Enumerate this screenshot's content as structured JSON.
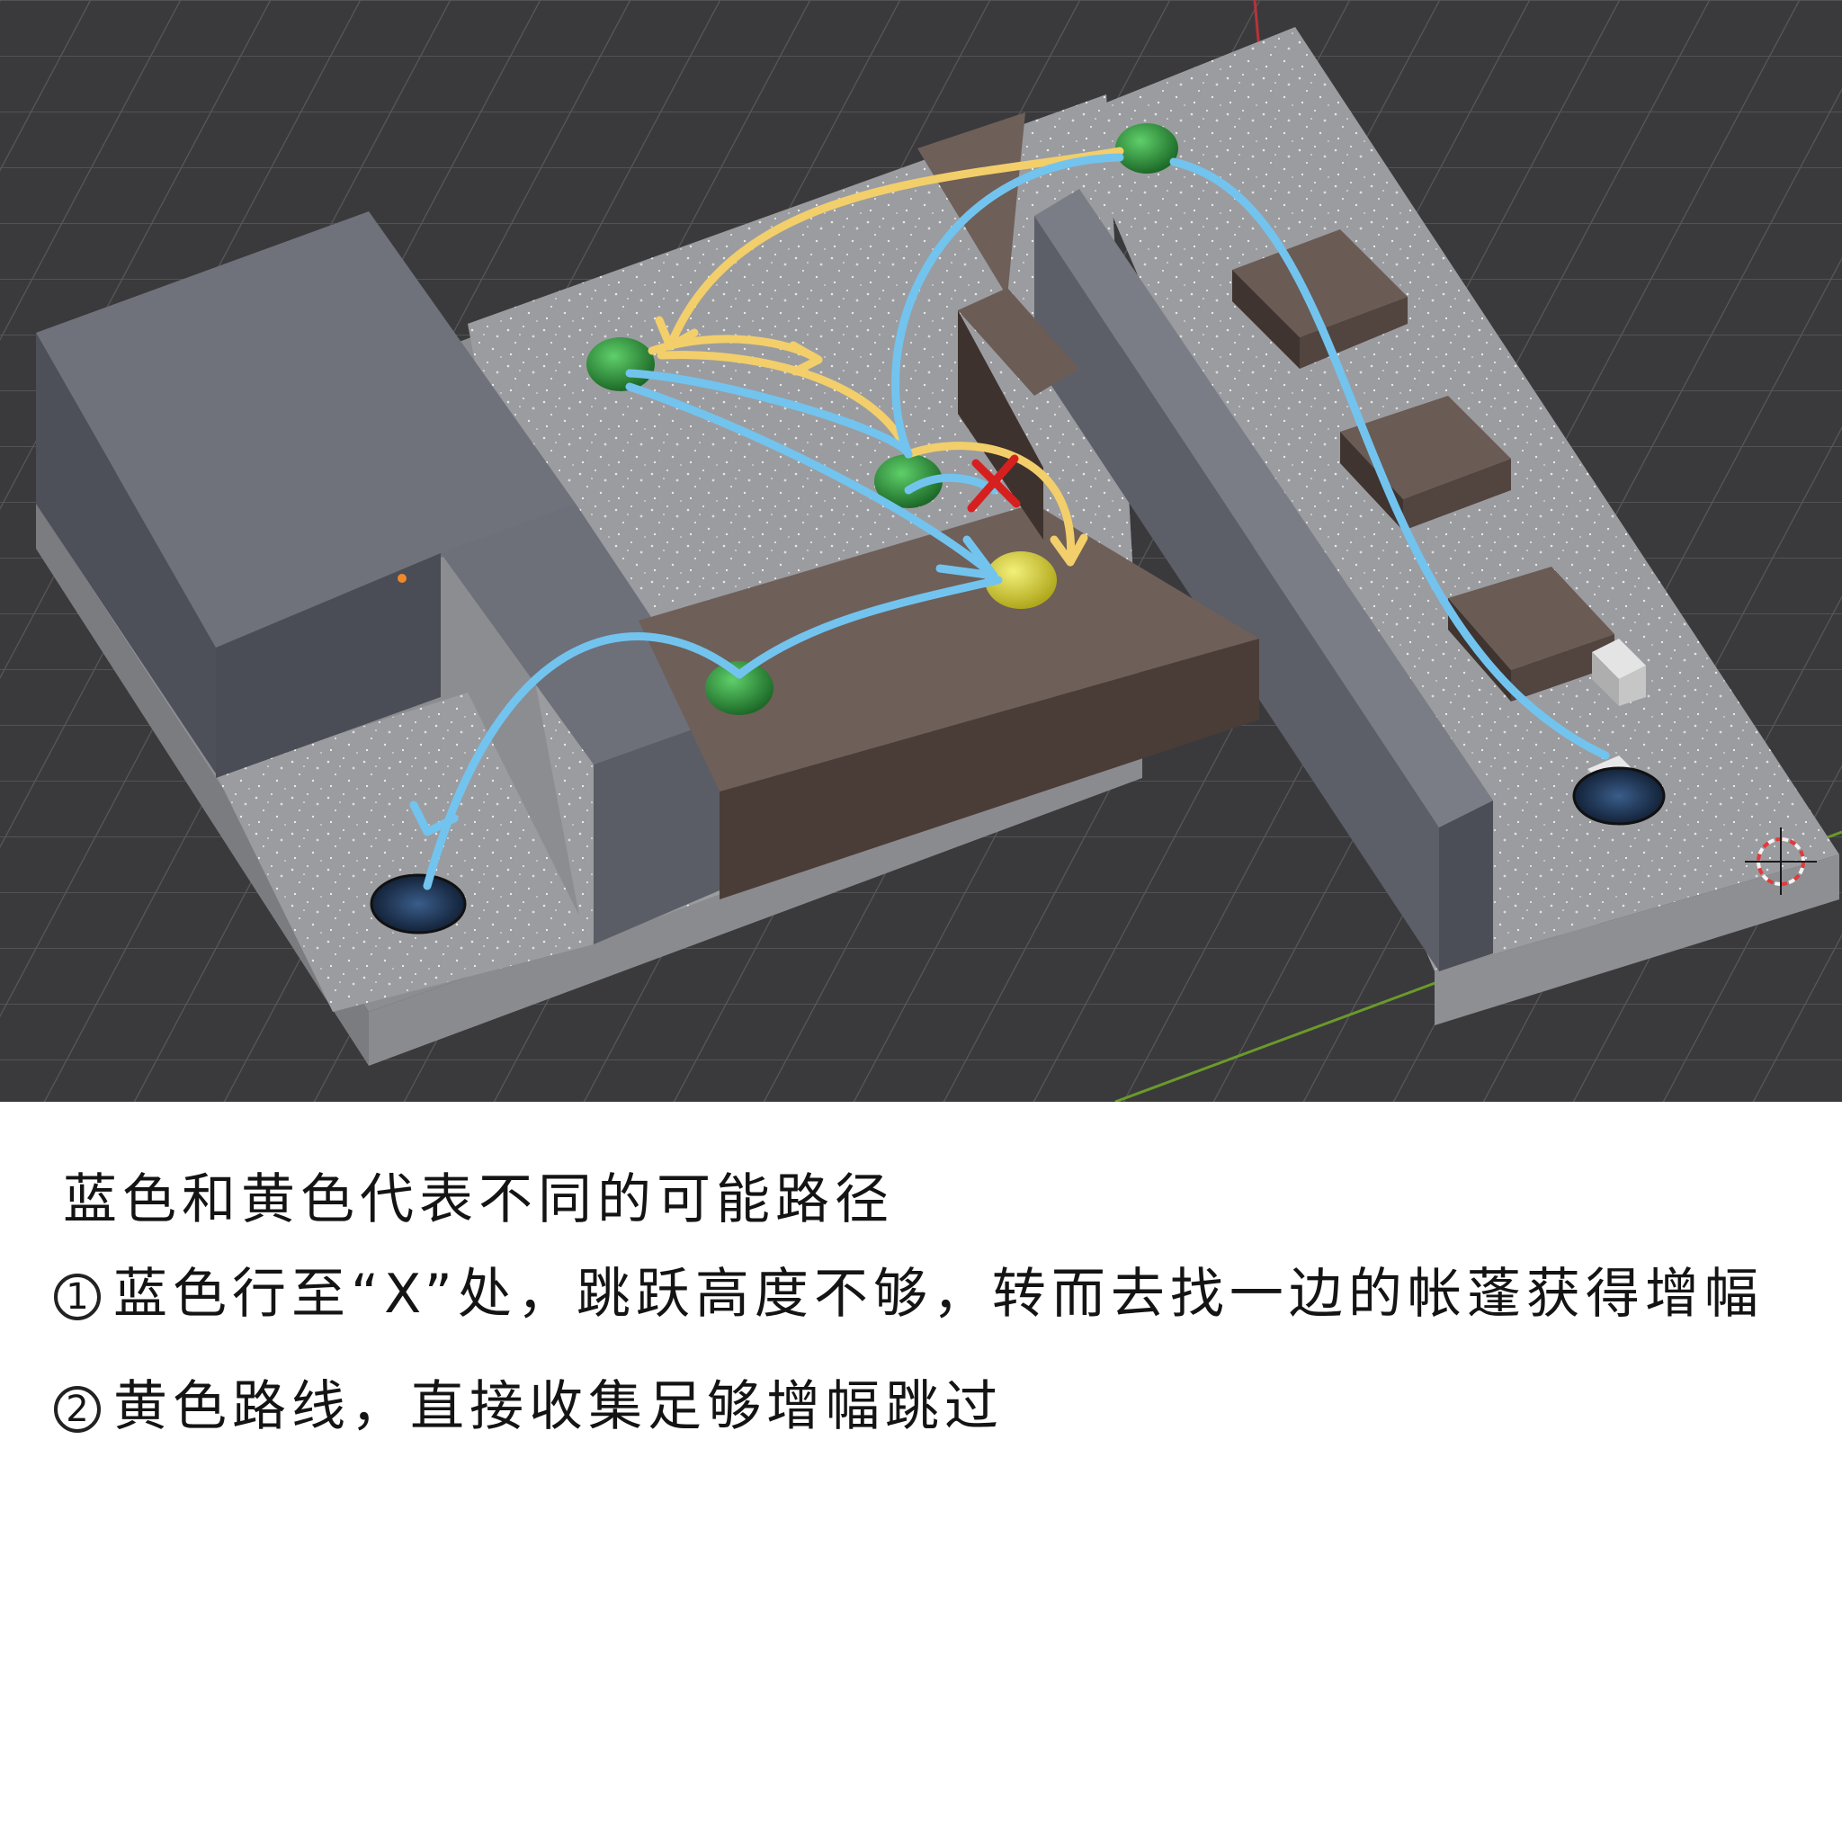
{
  "colors": {
    "grid_background": "#3a3a3c",
    "grid_line": "#565658",
    "axis_red": "#b8333a",
    "axis_green": "#6a9a2a",
    "floor_top": "#9b9ca0",
    "gray_block": "#6d7079",
    "brown_block": "#6e5f59",
    "orb_green": "#2e8a3a",
    "orb_yellow": "#d8d232",
    "path_blue": "#72c4ef",
    "path_yellow": "#f2cf6a",
    "blocked_mark": "#d62020",
    "goal_pit": "#1f3556"
  },
  "icons": {
    "blocked": "x-mark-icon",
    "goal": "portal-hole-icon",
    "origin": "3d-cursor-icon",
    "light": "light-source-icon"
  },
  "notes": {
    "title": "蓝色和黄色代表不同的可能路径",
    "line1_number": "1",
    "line1": "蓝色行至“X”处，跳跃高度不够，转而去找一边的帐蓬获得增幅",
    "line2_number": "2",
    "line2": "黄色路线，直接收集足够增幅跳过"
  }
}
